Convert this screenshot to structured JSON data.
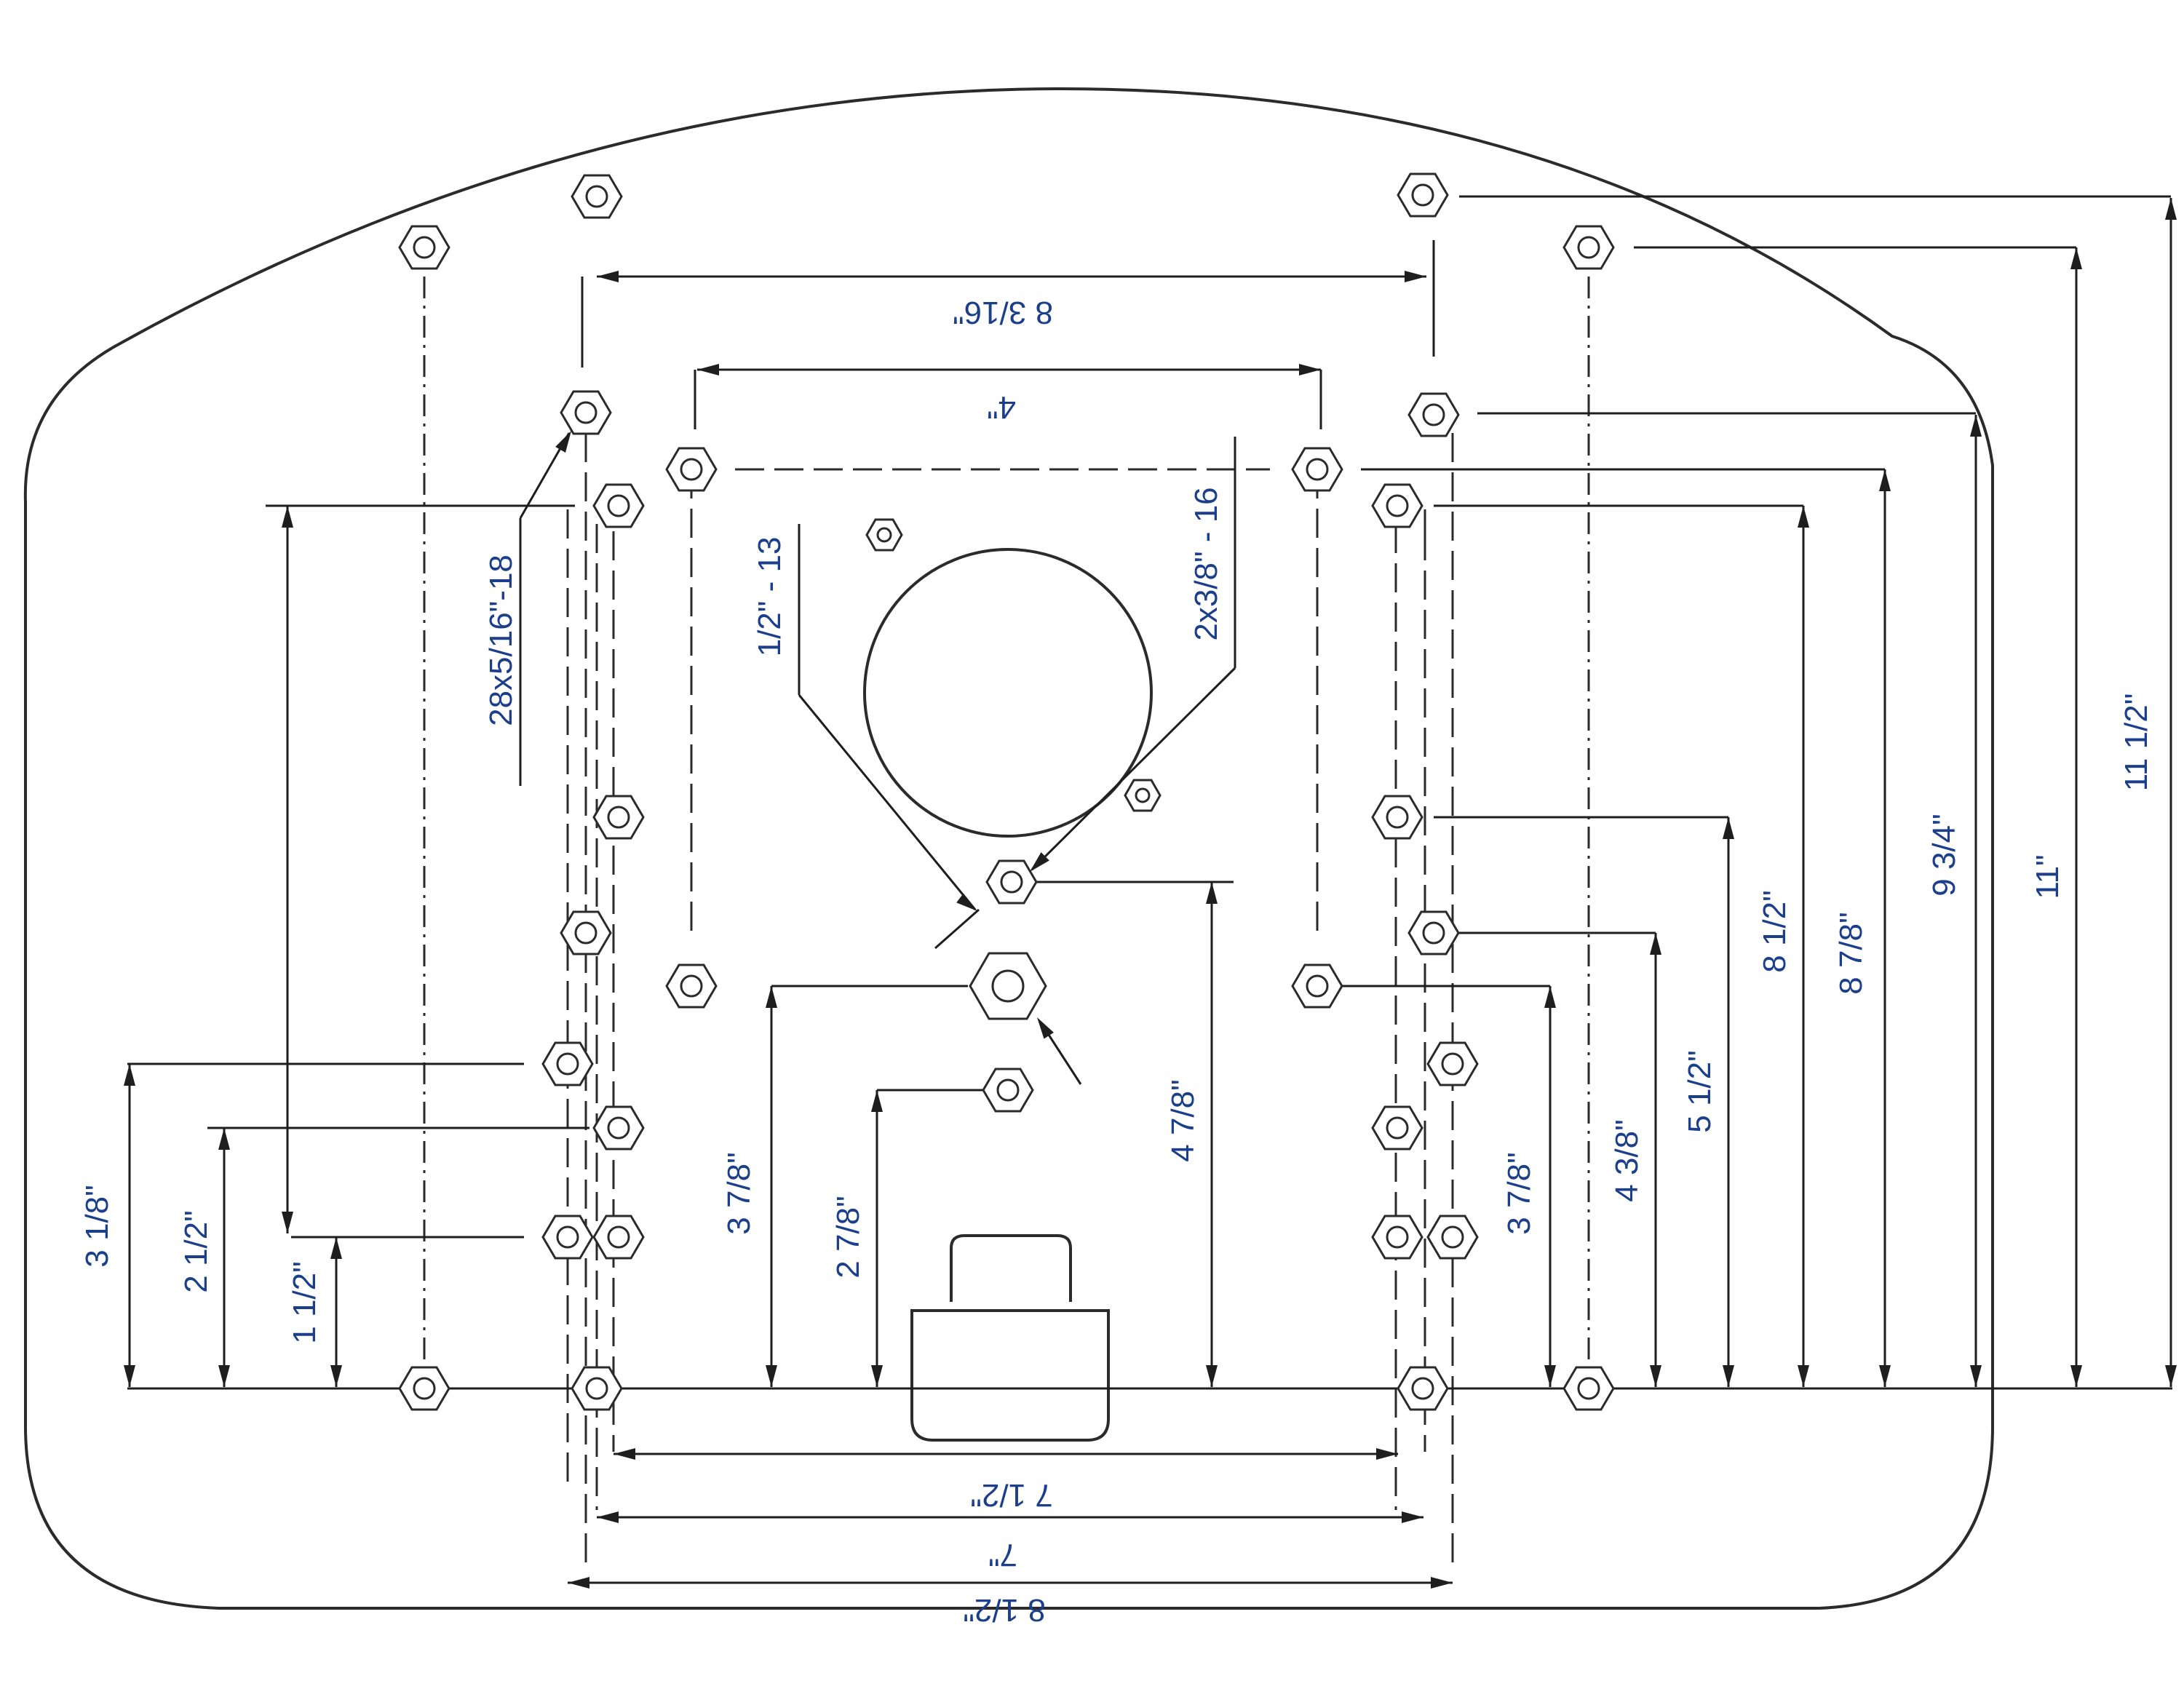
{
  "drawing": {
    "colors": {
      "line": "#2b2b2b",
      "text": "#1b3f8a"
    },
    "thread_labels": {
      "bolts_5_16": "28x5/16\"-18",
      "bolt_1_2": "1/2\" - 13",
      "bolts_3_8": "2x3/8\" - 16"
    },
    "dimensions": {
      "top_8_3_16": "8 3/16\"",
      "top_4": "4\"",
      "bottom_7_1_2": "7 1/2\"",
      "bottom_7": "7\"",
      "bottom_8_1_2": "8 1/2\"",
      "left_3_1_8": "3 1/8\"",
      "left_2_1_2": "2 1/2\"",
      "left_1_1_2": "1 1/2\"",
      "mid_3_7_8": "3 7/8\"",
      "mid_2_7_8": "2 7/8\"",
      "mid_4_7_8": "4 7/8\"",
      "right_3_7_8": "3 7/8\"",
      "right_4_3_8": "4 3/8\"",
      "right_5_1_2": "5 1/2\"",
      "right_8_1_2": "8 1/2\"",
      "right_8_7_8": "8 7/8\"",
      "right_9_3_4": "9 3/4\"",
      "right_11": "11\"",
      "right_11_1_2": "11 1/2\""
    }
  }
}
